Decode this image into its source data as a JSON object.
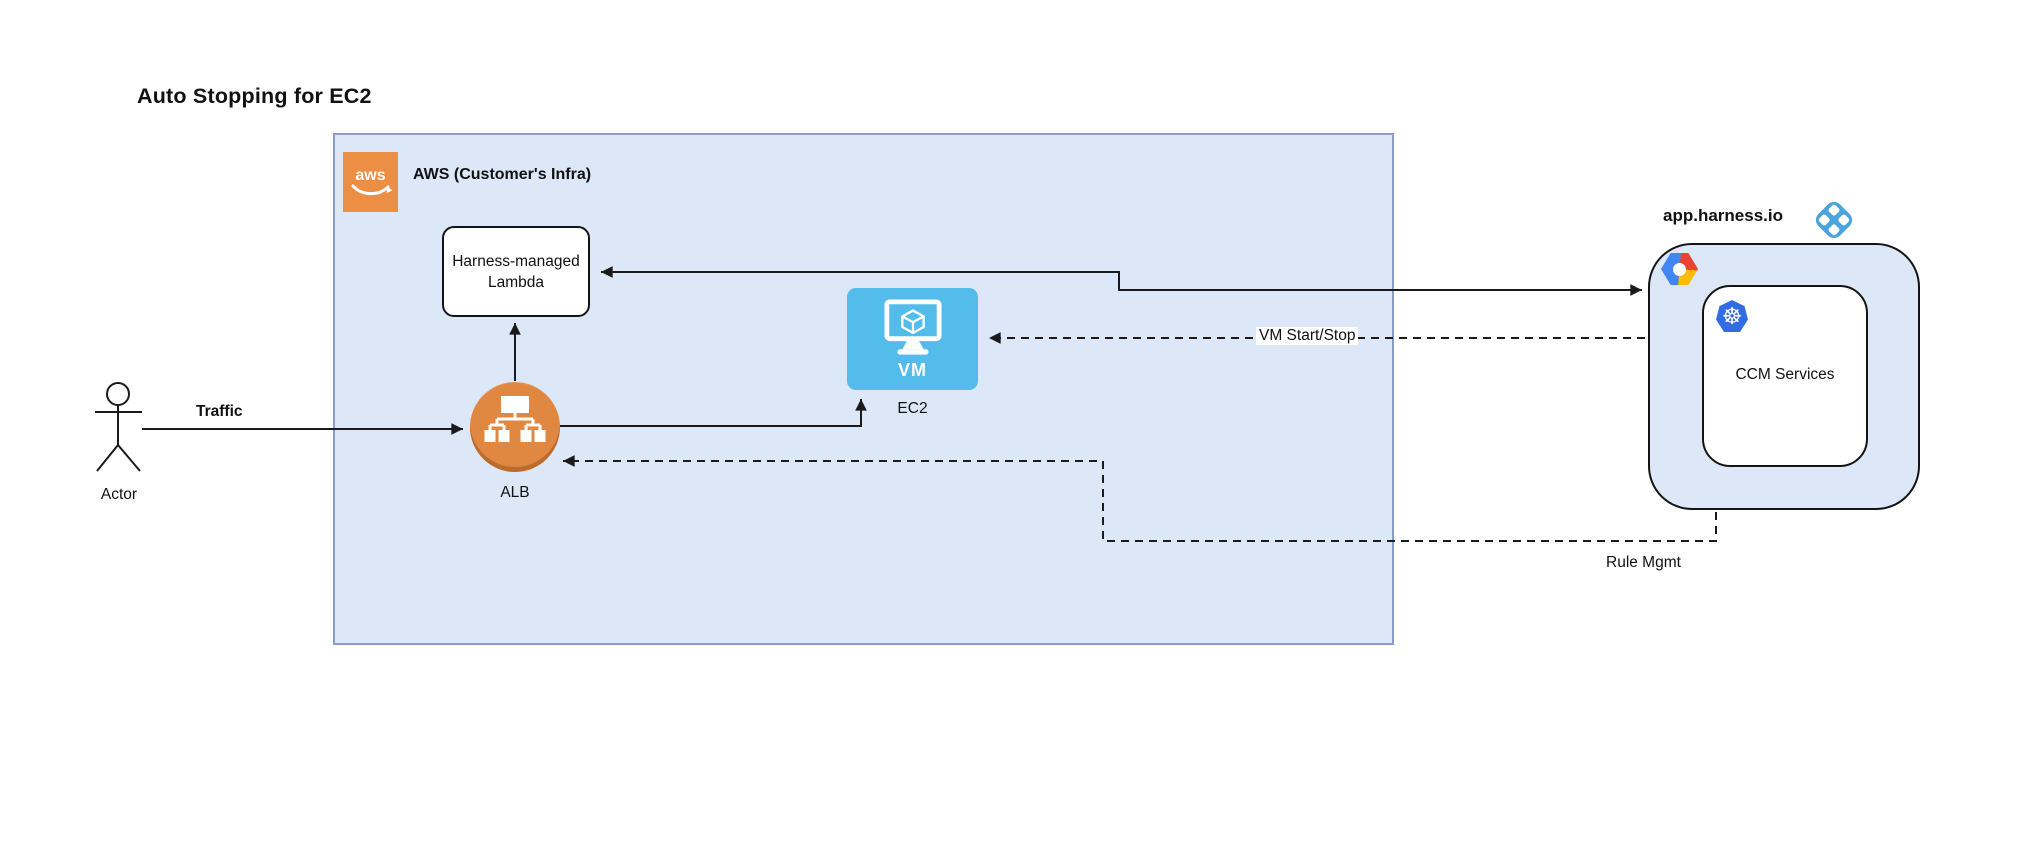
{
  "title": "Auto Stopping for EC2",
  "actor": {
    "label": "Actor"
  },
  "aws": {
    "label": "AWS (Customer's Infra)",
    "logo_text": "aws"
  },
  "nodes": {
    "lambda": {
      "line1": "Harness-managed",
      "line2": "Lambda"
    },
    "alb": {
      "label": "ALB"
    },
    "ec2": {
      "label": "EC2",
      "vm_text": "VM"
    },
    "ccm": {
      "label": "CCM Services"
    }
  },
  "harness": {
    "label": "app.harness.io"
  },
  "edges": {
    "traffic": {
      "label": "Traffic",
      "style": "solid",
      "from": "Actor",
      "to": "ALB"
    },
    "alb_to_lambda": {
      "label": "",
      "style": "solid",
      "from": "ALB",
      "to": "Harness-managed Lambda"
    },
    "alb_to_ec2": {
      "label": "",
      "style": "solid",
      "from": "ALB",
      "to": "EC2"
    },
    "lambda_harness": {
      "label": "",
      "style": "solid-double-arrow",
      "from": "Harness-managed Lambda",
      "to": "app.harness.io"
    },
    "vm_start_stop": {
      "label": "VM Start/Stop",
      "style": "dashed",
      "from": "app.harness.io",
      "to": "EC2"
    },
    "rule_mgmt": {
      "label": "Rule Mgmt",
      "style": "dashed",
      "from": "app.harness.io",
      "to": "ALB"
    }
  },
  "icons": {
    "aws_logo": "aws-smile-logo",
    "alb": "load-balancer-tree",
    "vm": "virtual-machine-monitor",
    "harness_diamond": "harness-blue-diamond",
    "gcp": "google-cloud-hexagon",
    "k8s": "kubernetes-helm-wheel",
    "k8s_glyph": "☸"
  },
  "colors": {
    "container_fill": "#dce7f8",
    "container_border": "#8b9cc8",
    "aws_orange": "#EC8F45",
    "alb_orange": "#E08742",
    "ec2_blue": "#53BCEA",
    "k8s_blue": "#326CE5",
    "harness_icon_blue": "#4BA4DC",
    "line": "#1a1a1a"
  }
}
